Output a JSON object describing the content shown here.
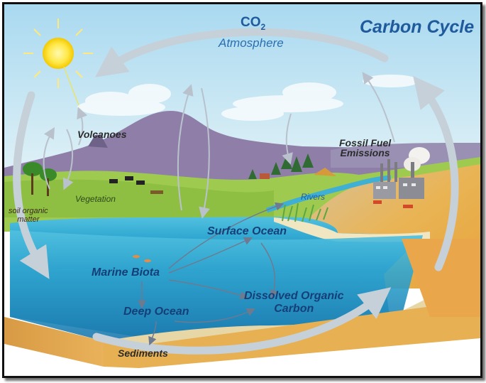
{
  "diagram": {
    "title": "Carbon Cycle",
    "co2_label": "CO",
    "co2_subscript": "2",
    "atmosphere": "Atmosphere",
    "volcanoes": "Volcanoes",
    "fossil_fuel_line1": "Fossil Fuel",
    "fossil_fuel_line2": "Emissions",
    "vegetation": "Vegetation",
    "soil_line1": "soil organic",
    "soil_line2": "matter",
    "rivers": "Rivers",
    "surface_ocean": "Surface Ocean",
    "marine_biota": "Marine Biota",
    "dissolved_line1": "Dissolved Organic",
    "dissolved_line2": "Carbon",
    "deep_ocean": "Deep Ocean",
    "sediments": "Sediments"
  },
  "colors": {
    "sky_top": "#a9d9f0",
    "sky_bottom": "#eaf6f9",
    "mountain": "#8f7fa8",
    "land": "#9ecb4f",
    "ocean_surface": "#3fb6d8",
    "ocean_deep": "#1e86b8",
    "ground": "#e7b24f",
    "arrow": "#c9d3dc",
    "title": "#1f5a9c",
    "label": "#163f78"
  }
}
